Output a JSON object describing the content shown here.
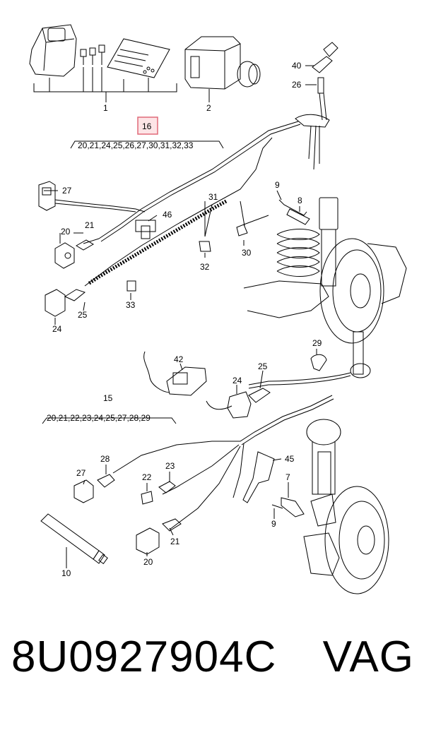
{
  "callouts": {
    "c1": "1",
    "c2": "2",
    "c40": "40",
    "c26": "26",
    "c16": "16",
    "c16_group": "20,21,24,25,26,27,30,31,32,33",
    "c27a": "27",
    "c31": "31",
    "c9a": "9",
    "c8": "8",
    "c46": "46",
    "c21a": "21",
    "c20a": "20",
    "c32": "32",
    "c30": "30",
    "c33": "33",
    "c25a": "25",
    "c24a": "24",
    "c29": "29",
    "c42": "42",
    "c25b": "25",
    "c24b": "24",
    "c15": "15",
    "c15_group": "20,21,22,23,24,25,27,28,29",
    "c28": "28",
    "c27b": "27",
    "c23": "23",
    "c22": "22",
    "c45": "45",
    "c7": "7",
    "c9b": "9",
    "c21b": "21",
    "c20b": "20",
    "c10": "10"
  },
  "footer": {
    "part_number": "8U0927904C",
    "brand": "VAG"
  },
  "colors": {
    "highlight_border": "#e06a78",
    "highlight_fill": "#fde4e6",
    "line": "#000000"
  }
}
